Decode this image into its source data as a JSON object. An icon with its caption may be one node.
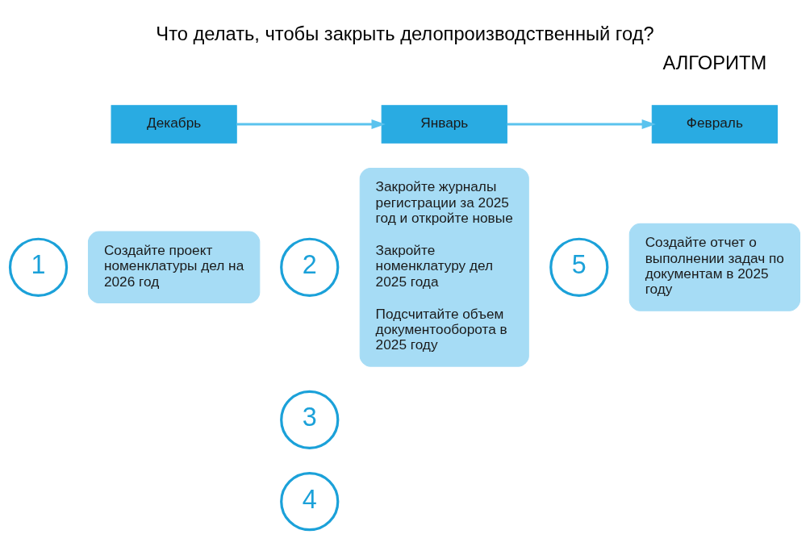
{
  "diagram": {
    "title": "Что делать, чтобы закрыть делопроизводственный год?",
    "nodes": [
      {
        "text": [
          "Декабрь"
        ]
      },
      {
        "text": [
          "Январь"
        ]
      },
      {
        "text": [
          "Февраль"
        ]
      },
      {
        "text": [
          "Создайте проект номенклатуры дел на 2026 год"
        ]
      },
      {
        "text": [
          "1"
        ]
      },
      {
        "text": [
          "Закройте журналы регистрации за 2025 год и откройте новые",
          "Закройте номенклатуру дел 2025 года",
          "Подсчитайте объем документооборота в 2025 году"
        ]
      },
      {
        "text": [
          "2"
        ]
      },
      {
        "text": [
          "3"
        ]
      },
      {
        "text": [
          "4"
        ]
      },
      {
        "text": [
          "Создайте отчет о выполнении задач по документам в 2025 году"
        ]
      },
      {
        "text": [
          "5"
        ]
      }
    ],
    "edges": [
      {
        "from": 0,
        "to": 1,
        "arrow": "to"
      },
      {
        "from": 1,
        "to": 2,
        "arrow": "to"
      }
    ],
    "labels": [
      "АЛГОРИТМ"
    ]
  }
}
